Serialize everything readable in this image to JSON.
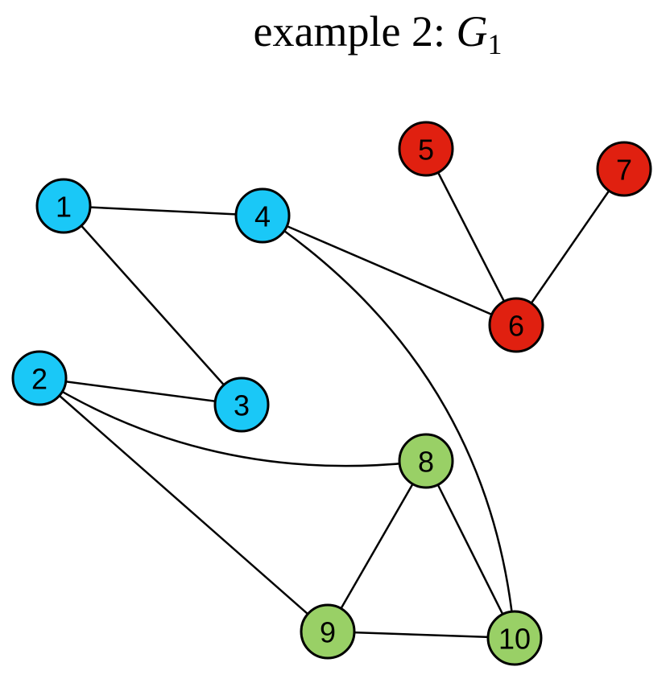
{
  "title": {
    "prefix": "example 2: ",
    "symbol": "G",
    "subscript": "1"
  },
  "colors": {
    "blue": "#1ac8f7",
    "red": "#e02010",
    "green": "#99d066"
  },
  "nodes": [
    {
      "id": "1",
      "label": "1",
      "color": "blue"
    },
    {
      "id": "2",
      "label": "2",
      "color": "blue"
    },
    {
      "id": "3",
      "label": "3",
      "color": "blue"
    },
    {
      "id": "4",
      "label": "4",
      "color": "blue"
    },
    {
      "id": "5",
      "label": "5",
      "color": "red"
    },
    {
      "id": "6",
      "label": "6",
      "color": "red"
    },
    {
      "id": "7",
      "label": "7",
      "color": "red"
    },
    {
      "id": "8",
      "label": "8",
      "color": "green"
    },
    {
      "id": "9",
      "label": "9",
      "color": "green"
    },
    {
      "id": "10",
      "label": "10",
      "color": "green"
    }
  ],
  "edges": [
    {
      "from": "1",
      "to": "4"
    },
    {
      "from": "1",
      "to": "3"
    },
    {
      "from": "2",
      "to": "3"
    },
    {
      "from": "2",
      "to": "8"
    },
    {
      "from": "2",
      "to": "9"
    },
    {
      "from": "4",
      "to": "6"
    },
    {
      "from": "4",
      "to": "10"
    },
    {
      "from": "5",
      "to": "6"
    },
    {
      "from": "7",
      "to": "6"
    },
    {
      "from": "8",
      "to": "9"
    },
    {
      "from": "8",
      "to": "10"
    },
    {
      "from": "9",
      "to": "10"
    }
  ]
}
